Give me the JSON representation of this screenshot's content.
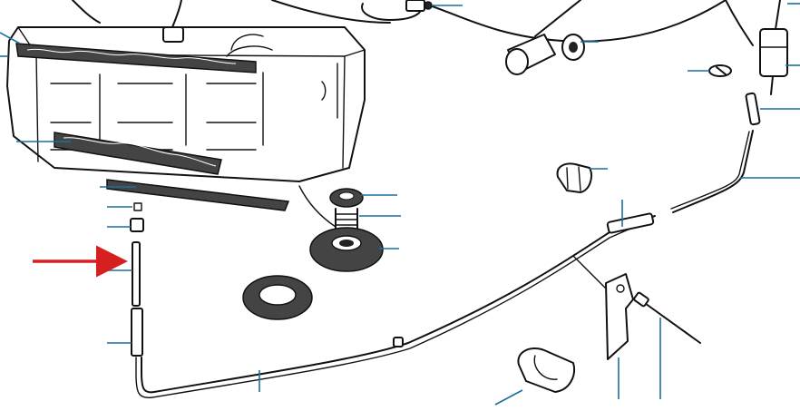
{
  "diagram": {
    "type": "exploded-parts-diagram",
    "colors": {
      "ink": "#111111",
      "leader": "#1a6f9c",
      "highlight_arrow": "#d61f1f",
      "background": "#ffffff"
    },
    "parts": [
      "fuel-tank",
      "tank-gasket-strip-upper",
      "tank-gasket-strip-lower",
      "tank-mounting-strip",
      "filler-cap",
      "sender-unit",
      "rubber-grommet",
      "fuel-filter",
      "hose-clip",
      "fuel-pipe",
      "hose",
      "pipe-clip",
      "mounting-bracket",
      "sealing-washer",
      "rubber-mount",
      "pipe-end-nipple",
      "fuel-line-stub"
    ],
    "highlighted_part": "fuel-line-stub"
  }
}
